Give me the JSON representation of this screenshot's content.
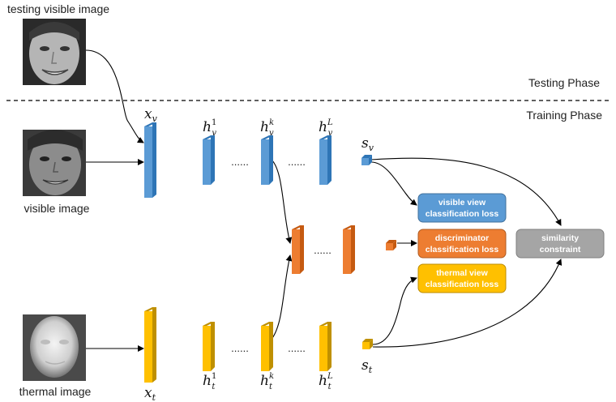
{
  "labels": {
    "testing_visible_image": "testing visible image",
    "visible_image": "visible image",
    "thermal_image": "thermal image",
    "testing_phase": "Testing Phase",
    "training_phase": "Training Phase",
    "dots": "......"
  },
  "symbols": {
    "x_v": {
      "base": "x",
      "sub": "v"
    },
    "x_t": {
      "base": "x",
      "sub": "t"
    },
    "h_v_1": {
      "base": "h",
      "sub": "v",
      "sup": "1"
    },
    "h_v_k": {
      "base": "h",
      "sub": "v",
      "sup": "k"
    },
    "h_v_L": {
      "base": "h",
      "sub": "v",
      "sup": "L"
    },
    "h_t_1": {
      "base": "h",
      "sub": "t",
      "sup": "1"
    },
    "h_t_k": {
      "base": "h",
      "sub": "t",
      "sup": "k"
    },
    "h_t_L": {
      "base": "h",
      "sub": "t",
      "sup": "L"
    },
    "s_v": {
      "base": "s",
      "sub": "v"
    },
    "s_t": {
      "base": "s",
      "sub": "t"
    }
  },
  "boxes": {
    "visible_loss": {
      "line1": "visible view",
      "line2": "classification loss"
    },
    "discriminator_loss": {
      "line1": "discriminator",
      "line2": "classification loss"
    },
    "thermal_loss": {
      "line1": "thermal view",
      "line2": "classification loss"
    },
    "similarity": {
      "line1": "similarity",
      "line2": "constraint"
    }
  },
  "colors": {
    "visible": "#5b9bd5",
    "visible_dark": "#2e75b6",
    "thermal": "#ffc000",
    "thermal_dark": "#bf9000",
    "discriminator": "#ed7d31",
    "discriminator_dark": "#c55a11",
    "similarity": "#a5a5a5",
    "divider": "#000000"
  }
}
